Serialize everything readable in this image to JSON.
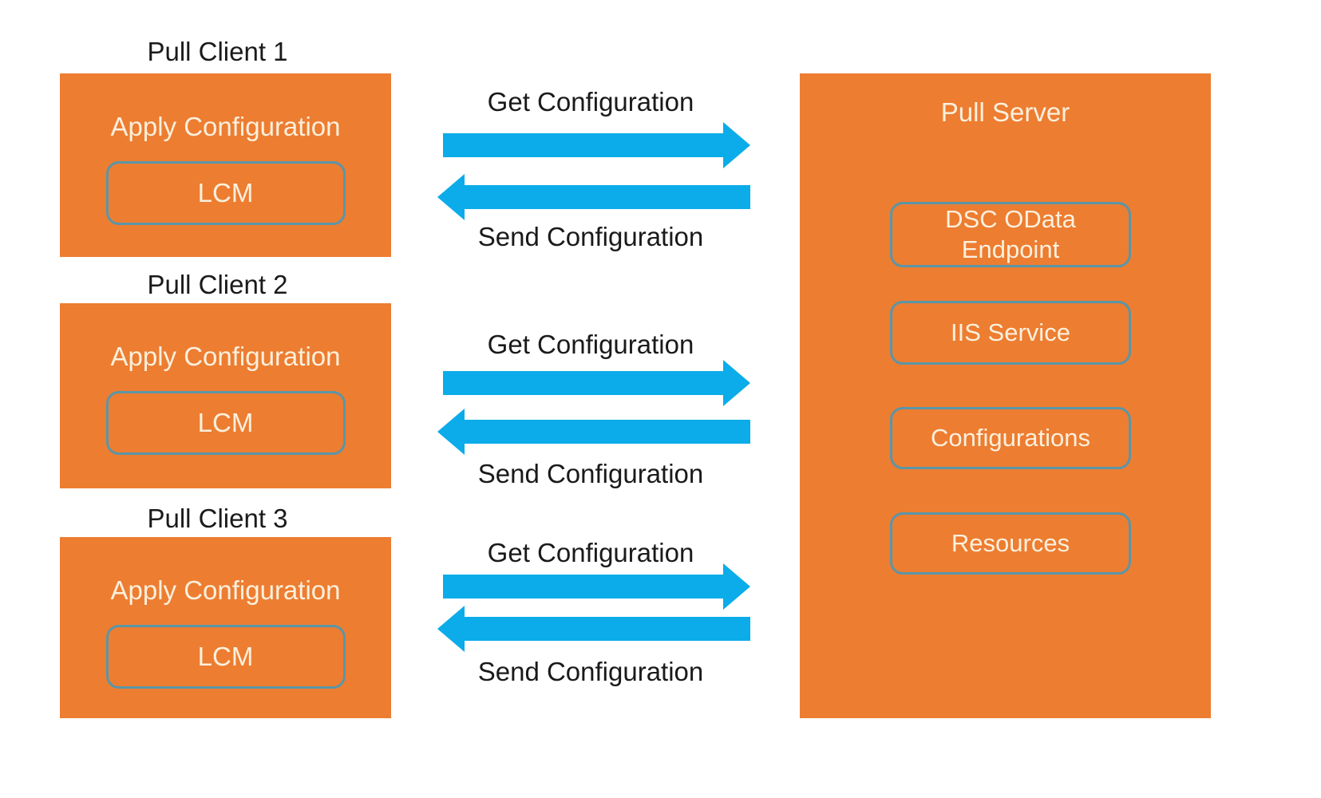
{
  "colors": {
    "box_fill": "#ED7D31",
    "arrow_blue": "#0BACE9",
    "inner_border": "#5A96A8",
    "light_text": "#FBF0DD",
    "dark_text": "#1A1A1A"
  },
  "clients": [
    {
      "title": "Pull Client 1",
      "action": "Apply Configuration",
      "component": "LCM"
    },
    {
      "title": "Pull Client 2",
      "action": "Apply Configuration",
      "component": "LCM"
    },
    {
      "title": "Pull Client 3",
      "action": "Apply Configuration",
      "component": "LCM"
    }
  ],
  "flows": [
    {
      "get_label": "Get Configuration",
      "send_label": "Send Configuration"
    },
    {
      "get_label": "Get Configuration",
      "send_label": "Send Configuration"
    },
    {
      "get_label": "Get Configuration",
      "send_label": "Send Configuration"
    }
  ],
  "server": {
    "title": "Pull Server",
    "components": [
      "DSC OData Endpoint",
      "IIS Service",
      "Configurations",
      "Resources"
    ]
  }
}
